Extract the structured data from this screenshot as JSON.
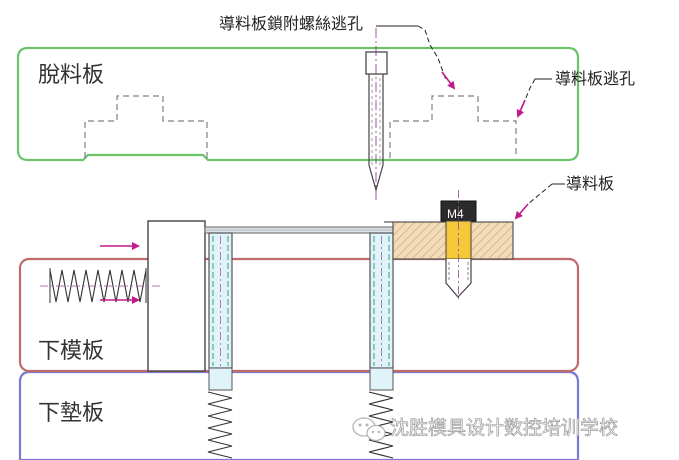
{
  "labels": {
    "callout_top": "導料板鎖附螺絲逃孔",
    "callout_right_1": "導料板逃孔",
    "callout_right_2": "導料板",
    "plate_stripper": "脫料板",
    "plate_lower_die": "下模板",
    "plate_lower_pad": "下墊板",
    "bolt_size": "M4",
    "watermark": "沈胜模具设计数控培训学校"
  },
  "colors": {
    "stripper_plate": "#6cc36a",
    "lower_die_plate": "#c06a6a",
    "lower_pad_plate": "#7a7ad0",
    "guide_plate_fill": "#f2ddb8",
    "guide_plate_hatch": "#d1a77a",
    "callout_arrow": "#c21a8a",
    "pin_fill": "#e0f3f8",
    "pin_dash": "#3a9a90",
    "hidden_line": "#808080",
    "spring_line": "#333333"
  },
  "icons": {
    "watermark_icon": "wechat-icon"
  }
}
